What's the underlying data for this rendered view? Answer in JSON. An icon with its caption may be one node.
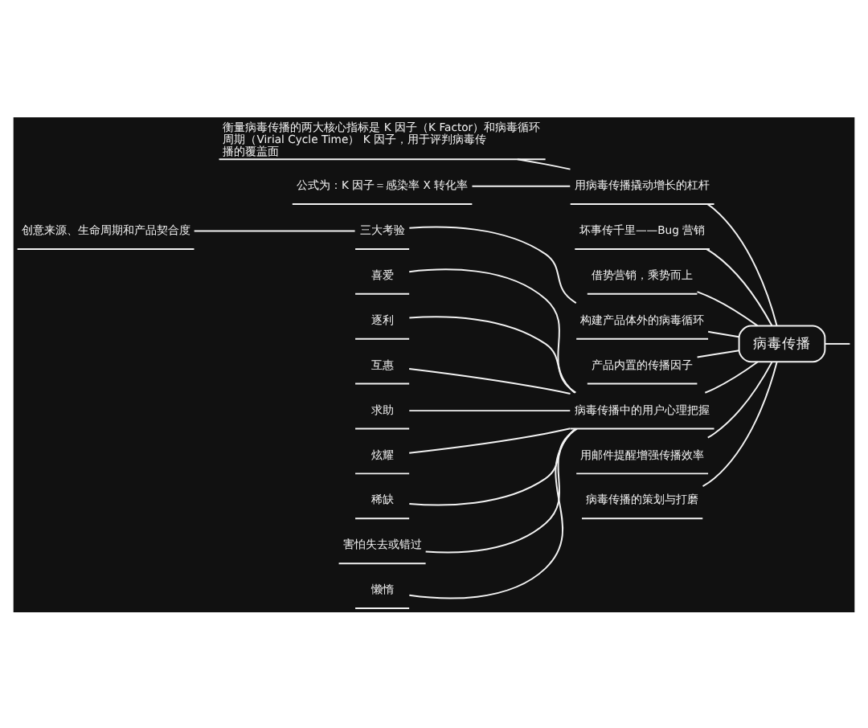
{
  "diagram": {
    "nodes": [
      {
        "text": [
          "病毒传播"
        ]
      },
      {
        "text": [
          "用病毒传播撬动增长的杠杆"
        ]
      },
      {
        "text": [
          "衡量病毒传播的两大核心指标是 K 因子（K Factor）和病毒循环周期（Virial Cycle Time） K 因子，用于评判病毒传播的覆盖面"
        ]
      },
      {
        "text": [
          "公式为：K 因子＝感染率 X 转化率"
        ]
      },
      {
        "text": [
          "坏事传千里——Bug 营销"
        ]
      },
      {
        "text": [
          "借势营销，乘势而上"
        ]
      },
      {
        "text": [
          "构建产品体外的病毒循环"
        ]
      },
      {
        "text": [
          "三大考验"
        ]
      },
      {
        "text": [
          "创意来源、生命周期和产品契合度"
        ]
      },
      {
        "text": [
          "产品内置的传播因子"
        ]
      },
      {
        "text": [
          "病毒传播中的用户心理把握"
        ]
      },
      {
        "text": [
          "喜爱"
        ]
      },
      {
        "text": [
          "逐利"
        ]
      },
      {
        "text": [
          "互惠"
        ]
      },
      {
        "text": [
          "求助"
        ]
      },
      {
        "text": [
          "炫耀"
        ]
      },
      {
        "text": [
          "稀缺"
        ]
      },
      {
        "text": [
          "害怕失去或错过"
        ]
      },
      {
        "text": [
          "懒惰"
        ]
      },
      {
        "text": [
          "用邮件提醒增强传播效率"
        ]
      },
      {
        "text": [
          "病毒传播的策划与打磨"
        ]
      }
    ],
    "edges": [
      {
        "from": 0,
        "to": null,
        "arrow": "none"
      },
      {
        "from": 0,
        "to": 1,
        "arrow": "none"
      },
      {
        "from": 1,
        "to": 2,
        "arrow": "none"
      },
      {
        "from": 1,
        "to": 3,
        "arrow": "none"
      },
      {
        "from": 0,
        "to": 4,
        "arrow": "none"
      },
      {
        "from": 0,
        "to": 5,
        "arrow": "none"
      },
      {
        "from": 0,
        "to": 6,
        "arrow": "none"
      },
      {
        "from": 6,
        "to": 7,
        "arrow": "none"
      },
      {
        "from": 7,
        "to": 8,
        "arrow": "none"
      },
      {
        "from": 0,
        "to": 9,
        "arrow": "none"
      },
      {
        "from": 0,
        "to": 10,
        "arrow": "none"
      },
      {
        "from": 10,
        "to": 11,
        "arrow": "none"
      },
      {
        "from": 10,
        "to": 12,
        "arrow": "none"
      },
      {
        "from": 10,
        "to": 13,
        "arrow": "none"
      },
      {
        "from": 10,
        "to": 14,
        "arrow": "none"
      },
      {
        "from": 10,
        "to": 15,
        "arrow": "none"
      },
      {
        "from": 10,
        "to": 16,
        "arrow": "none"
      },
      {
        "from": 10,
        "to": 17,
        "arrow": "none"
      },
      {
        "from": 10,
        "to": 18,
        "arrow": "none"
      },
      {
        "from": 0,
        "to": 19,
        "arrow": "none"
      },
      {
        "from": 0,
        "to": 20,
        "arrow": "none"
      }
    ]
  }
}
